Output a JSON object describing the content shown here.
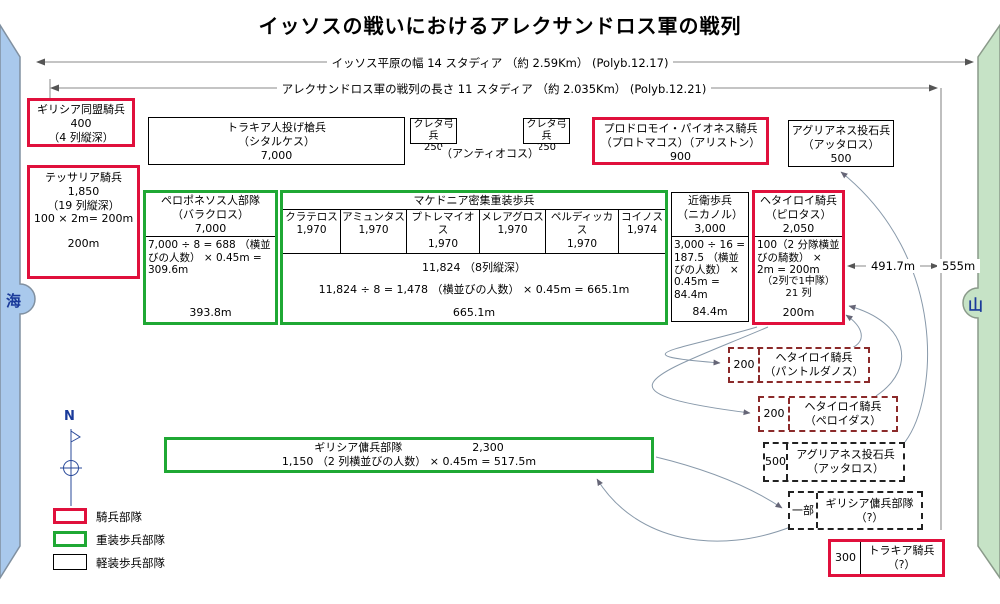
{
  "title": "イッソスの戦いにおけるアレクサンドロス軍の戦列",
  "dimensions": {
    "plain_width": "イッソス平原の幅 14 スタディア （約 2.59Km） (Polyb.12.17)",
    "line_length": "アレクサンドロス軍の戦列の長さ 11 スタディア （約 2.035Km） (Polyb.12.21)",
    "right_gap": "491.7m",
    "mountain_gap": "555m"
  },
  "terrain": {
    "sea": "海",
    "mountain": "山",
    "compass_north": "N"
  },
  "units": {
    "greek_allied_cavalry": {
      "name": "ギリシア同盟騎兵",
      "count": "400",
      "depth": "（4 列縦深）"
    },
    "thessalian_cavalry": {
      "name": "テッサリア騎兵",
      "count": "1,850",
      "depth": "（19 列縦深）",
      "calc": "100 × 2m= 200m",
      "width": "200m"
    },
    "thracian_javelin": {
      "name": "トラキア人投げ槍兵",
      "commander": "（シタルケス）",
      "count": "7,000"
    },
    "cretan_archers_left": {
      "name": "クレタ弓兵",
      "count": "250"
    },
    "cretan_archers_right": {
      "name": "クレタ弓兵",
      "count": "250"
    },
    "cretan_commander": "（アンティオコス）",
    "prodromoi_paeonian_cavalry": {
      "name": "プロドロモイ・パイオネス騎兵",
      "commander": "（プロトマコス）（アリストン）",
      "count": "900"
    },
    "agrianes_slingers": {
      "name": "アグリアネス投石兵",
      "commander": "（アッタロス）",
      "count": "500"
    },
    "peloponnesian": {
      "name": "ペロポネソス人部隊",
      "commander": "（バラクロス）",
      "count": "7,000",
      "calc": "7,000 ÷ 8 = 688 （横並びの人数） × 0.45m = 309.6m",
      "width": "393.8m"
    },
    "phalanx": {
      "title": "マケドニア密集重装歩兵",
      "cells": [
        {
          "commander": "クラテロス",
          "count": "1,970"
        },
        {
          "commander": "アミュンタス",
          "count": "1,970"
        },
        {
          "commander": "プトレマイオス",
          "count": "1,970"
        },
        {
          "commander": "メレアグロス",
          "count": "1,970"
        },
        {
          "commander": "ペルディッカス",
          "count": "1,970"
        },
        {
          "commander": "コイノス",
          "count": "1,974"
        }
      ],
      "total": "11,824 （8列縦深）",
      "calc": "11,824 ÷ 8 = 1,478 （横並びの人数） × 0.45m = 665.1m",
      "width": "665.1m"
    },
    "guards": {
      "name": "近衛歩兵",
      "commander": "（ニカノル）",
      "count": "3,000",
      "calc": "3,000 ÷ 16 = 187.5 （横並びの人数） × 0.45m = 84.4m",
      "width": "84.4m"
    },
    "hetairoi": {
      "name": "ヘタイロイ騎兵",
      "commander": "（ピロタス）",
      "count": "2,050",
      "calc": "100（2 分隊横並びの騎数） × 2m = 200m",
      "note1": "（2列で1中隊）",
      "note2": "21 列",
      "width": "200m"
    },
    "greek_mercenary": {
      "name": "ギリシア傭兵部隊",
      "count": "2,300",
      "calc": "1,150 （2 列横並びの人数） × 0.45m = 517.5m"
    },
    "hetairoi_pantordanos": {
      "count": "200",
      "name": "ヘタイロイ騎兵",
      "commander": "（パントルダノス）"
    },
    "hetairoi_peroidas": {
      "count": "200",
      "name": "ヘタイロイ騎兵",
      "commander": "（ペロイダス）"
    },
    "agrianes_detachment": {
      "count": "500",
      "name": "アグリアネス投石兵",
      "commander": "（アッタロス）"
    },
    "mercenary_detachment": {
      "count": "一部",
      "name": "ギリシア傭兵部隊",
      "commander": "（?）"
    },
    "thracian_cavalry": {
      "count": "300",
      "name": "トラキア騎兵",
      "commander": "（?）"
    }
  },
  "legend": {
    "cavalry": "騎兵部隊",
    "heavy_infantry": "重装歩兵部隊",
    "light_infantry": "軽装歩兵部隊"
  },
  "colors": {
    "cavalry_border": "#e0103c",
    "heavy_infantry_border": "#1fa834",
    "light_infantry_border": "#000000",
    "detachment_cavalry_border": "#8b2a2a",
    "sea_fill": "#a9c9ec",
    "mountain_fill": "#c6e3c6"
  }
}
